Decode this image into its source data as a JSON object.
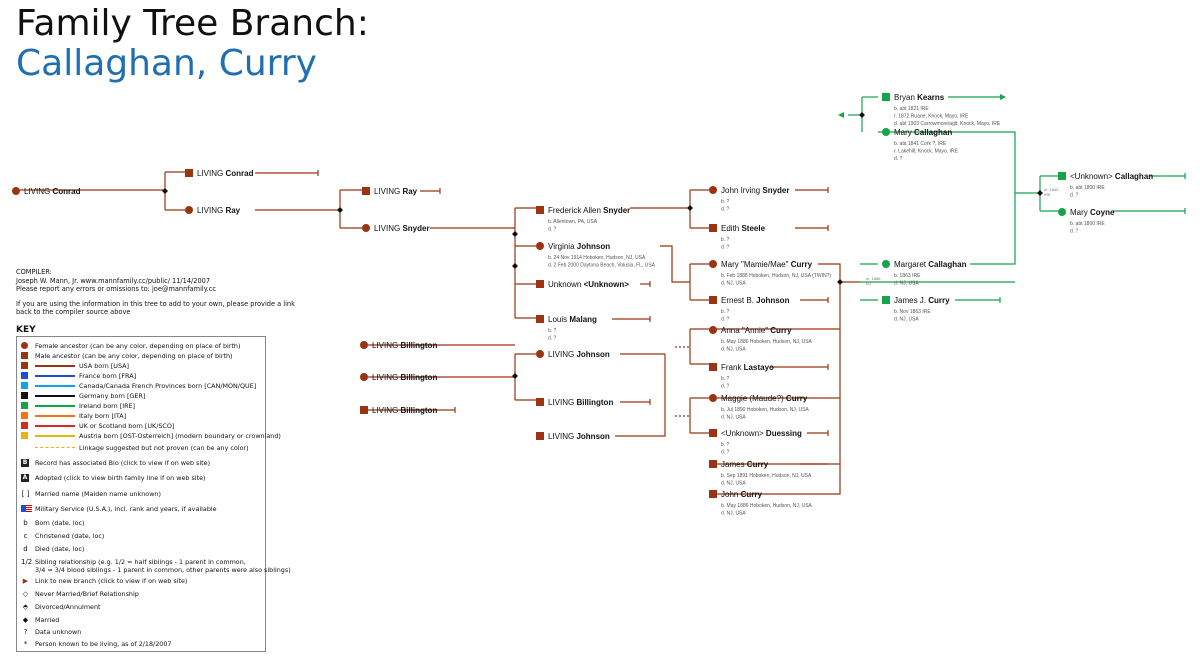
{
  "title": {
    "line1": "Family Tree Branch:",
    "line2": "Callaghan, Curry"
  },
  "colors": {
    "usa": "#9a3412",
    "ireland": "#16a34a",
    "france": "#1d4ed8",
    "canada": "#0ea5e9",
    "germany": "#111111",
    "italy": "#f97316",
    "uk": "#dc2626",
    "austria": "#eab308",
    "title_blue": "#1f6fb2"
  },
  "compiler": {
    "label": "COMPILER:",
    "line1": "Joseph W. Mann, Jr.     www.mannfamily.cc/public/     11/14/2007",
    "line2": "Please report any errors or omissions to:  joe@mannfamily.cc",
    "line3": "If you are using the information in this tree to add to your own, please provide a link",
    "line4": "back to the compiler source above"
  },
  "key": {
    "title": "KEY",
    "items": [
      {
        "symbol": "female-circle",
        "text": "Female ancestor (can be any color, depending on place of birth)"
      },
      {
        "symbol": "male-square",
        "text": "Male ancestor (can be any color, depending on place of birth)"
      },
      {
        "symbol": "swatch-usa",
        "text": "USA born [USA]"
      },
      {
        "symbol": "swatch-france",
        "text": "France born [FRA]"
      },
      {
        "symbol": "swatch-canada",
        "text": "Canada/Canada French Provinces born [CAN/MON/QUE]"
      },
      {
        "symbol": "swatch-germany",
        "text": "Germany born [GER]"
      },
      {
        "symbol": "swatch-ireland",
        "text": "Ireland born [IRE]"
      },
      {
        "symbol": "swatch-italy",
        "text": "Italy born [ITA]"
      },
      {
        "symbol": "swatch-uk",
        "text": "UK or Scotland born [UK/SCO]"
      },
      {
        "symbol": "swatch-austria",
        "text": "Austria born [OST-Osterreich] (modern boundary or crownland)"
      },
      {
        "symbol": "dashed",
        "text": "Linkage suggested but not proven (can be any color)"
      },
      {
        "symbol": "B",
        "text": "Record has associated Bio (click to view if on web site)"
      },
      {
        "symbol": "A",
        "text": "Adopted (click to view birth family line if on web site)"
      },
      {
        "symbol": "[ ]",
        "text": "Married name (Maiden name unknown)"
      },
      {
        "symbol": "flag",
        "text": "Military Service (U.S.A.), incl. rank and years, if available"
      },
      {
        "symbol": "b",
        "text": "Born (date, loc)"
      },
      {
        "symbol": "c",
        "text": "Christened (date, loc)"
      },
      {
        "symbol": "d",
        "text": "Died (date, loc)"
      },
      {
        "symbol": "1/2",
        "text": "Sibling relationship (e.g. 1/2 = half siblings - 1 parent in common,"
      },
      {
        "symbol": "",
        "text": "3/4 = 3/4 blood siblings - 1 parent in common, other parents were also siblings)"
      },
      {
        "symbol": "arrow",
        "text": "Link to new branch (click to view if on web site)"
      },
      {
        "symbol": "diamond-open",
        "text": "Never Married/Brief Relationship"
      },
      {
        "symbol": "diamond-half",
        "text": "Divorced/Annulment"
      },
      {
        "symbol": "diamond-filled",
        "text": "Married"
      },
      {
        "symbol": "?",
        "text": "Data unknown"
      },
      {
        "symbol": "*",
        "text": "Person known to be living, as of 2/18/2007"
      }
    ]
  },
  "people": [
    {
      "id": "p1",
      "shape": "circle",
      "color": "usa",
      "prefix": "LIVING ",
      "surname": "Conrad",
      "details": []
    },
    {
      "id": "p2",
      "shape": "square",
      "color": "usa",
      "prefix": "LIVING ",
      "surname": "Conrad",
      "details": []
    },
    {
      "id": "p3",
      "shape": "circle",
      "color": "usa",
      "prefix": "LIVING ",
      "surname": "Ray",
      "details": []
    },
    {
      "id": "p4",
      "shape": "square",
      "color": "usa",
      "prefix": "LIVING ",
      "surname": "Ray",
      "details": []
    },
    {
      "id": "p5",
      "shape": "circle",
      "color": "usa",
      "prefix": "LIVING ",
      "surname": "Snyder",
      "details": []
    },
    {
      "id": "p6",
      "shape": "square",
      "color": "usa",
      "prefix": "Frederick Allen ",
      "surname": "Snyder",
      "details": [
        "b. Allentown, PA, USA",
        "d. ?"
      ]
    },
    {
      "id": "p7",
      "shape": "circle",
      "color": "usa",
      "prefix": "Virginia ",
      "surname": "Johnson",
      "details": [
        "b. 24 Nov 1914 Hoboken, Hudson, NJ, USA",
        "d. 2 Feb 2000 Daytona Beach, Volusia, FL, USA"
      ]
    },
    {
      "id": "p8",
      "shape": "square",
      "color": "usa",
      "prefix": "Unknown ",
      "surname": "<Unknown>",
      "details": []
    },
    {
      "id": "p9",
      "shape": "square",
      "color": "usa",
      "prefix": "Louis ",
      "surname": "Malang",
      "details": [
        "b. ?",
        "d. ?"
      ]
    },
    {
      "id": "p10",
      "shape": "circle",
      "color": "usa",
      "prefix": "John Irving ",
      "surname": "Snyder",
      "details": [
        "b. ?",
        "d. ?"
      ]
    },
    {
      "id": "p11",
      "shape": "square",
      "color": "usa",
      "prefix": "Edith ",
      "surname": "Steele",
      "details": [
        "b. ?",
        "d. ?"
      ]
    },
    {
      "id": "p12",
      "shape": "circle",
      "color": "usa",
      "prefix": "Mary \"Mamie/Mae\" ",
      "surname": "Curry",
      "details": [
        "b. Feb 1888 Hoboken, Hudson, NJ, USA (TWIN?)",
        "d. NJ, USA"
      ]
    },
    {
      "id": "p13",
      "shape": "square",
      "color": "usa",
      "prefix": "Ernest B. ",
      "surname": "Johnson",
      "details": [
        "b. ?",
        "d. ?"
      ]
    },
    {
      "id": "p14",
      "shape": "circle",
      "color": "usa",
      "prefix": "LIVING ",
      "surname": "Billington",
      "details": []
    },
    {
      "id": "p15",
      "shape": "circle",
      "color": "usa",
      "prefix": "LIVING ",
      "surname": "Billington",
      "details": []
    },
    {
      "id": "p16",
      "shape": "square",
      "color": "usa",
      "prefix": "LIVING ",
      "surname": "Billington",
      "details": []
    },
    {
      "id": "p17",
      "shape": "circle",
      "color": "usa",
      "prefix": "LIVING ",
      "surname": "Johnson",
      "details": []
    },
    {
      "id": "p18",
      "shape": "square",
      "color": "usa",
      "prefix": "LIVING ",
      "surname": "Billington",
      "details": []
    },
    {
      "id": "p19",
      "shape": "square",
      "color": "usa",
      "prefix": "LIVING ",
      "surname": "Johnson",
      "details": []
    },
    {
      "id": "p20",
      "shape": "circle",
      "color": "usa",
      "prefix": "Anna \"Annie\" ",
      "surname": "Curry",
      "details": [
        "b. May 1886 Hoboken, Hudson, NJ, USA",
        "d. NJ, USA"
      ]
    },
    {
      "id": "p21",
      "shape": "square",
      "color": "usa",
      "prefix": "Frank ",
      "surname": "Lastayo",
      "details": [
        "b. ?",
        "d. ?"
      ]
    },
    {
      "id": "p22",
      "shape": "circle",
      "color": "usa",
      "prefix": "Maggie (Maude?) ",
      "surname": "Curry",
      "details": [
        "b. Jul 1890 Hoboken, Hudson, NJ, USA",
        "d. NJ, USA"
      ]
    },
    {
      "id": "p23",
      "shape": "square",
      "color": "usa",
      "prefix": "<Unknown> ",
      "surname": "Duessing",
      "details": [
        "b. ?",
        "d. ?"
      ]
    },
    {
      "id": "p24",
      "shape": "square",
      "color": "usa",
      "prefix": "James ",
      "surname": "Curry",
      "details": [
        "b. Sep 1891 Hoboken, Hudson, NJ, USA",
        "d. NJ, USA"
      ]
    },
    {
      "id": "p25",
      "shape": "square",
      "color": "usa",
      "prefix": "John ",
      "surname": "Curry",
      "details": [
        "b. May 1886 Hoboken, Hudson, NJ, USA",
        "d. NJ, USA"
      ]
    },
    {
      "id": "p26",
      "shape": "square",
      "color": "ireland",
      "prefix": "Bryan ",
      "surname": "Kearns",
      "details": [
        "b. abt 1821 IRE",
        "r. 1872 Ruane, Knock, Mayo, IRE",
        "d. abt 1903 Carrowmore/aglt, Knock, Mayo, IRE"
      ]
    },
    {
      "id": "p27",
      "shape": "circle",
      "color": "ireland",
      "prefix": "Mary ",
      "surname": "Callaghan",
      "details": [
        "b. abt 1841 Cork ?, IRE",
        "r. Lakehill, Knock, Mayo, IRE",
        "d. ?"
      ]
    },
    {
      "id": "p28",
      "shape": "circle",
      "color": "ireland",
      "prefix": "Margaret ",
      "surname": "Callaghan",
      "details": [
        "b. 1863 IRE",
        "d. NJ, USA"
      ]
    },
    {
      "id": "p29",
      "shape": "square",
      "color": "ireland",
      "prefix": "James J. ",
      "surname": "Curry",
      "details": [
        "b. Nov 1863 IRE",
        "d. NJ, USA"
      ]
    },
    {
      "id": "p30",
      "shape": "square",
      "color": "ireland",
      "prefix": "<Unknown> ",
      "surname": "Callaghan",
      "details": [
        "b. abt 1800 IRE",
        "d. ?"
      ]
    },
    {
      "id": "p31",
      "shape": "circle",
      "color": "ireland",
      "prefix": "Mary ",
      "surname": "Coyne",
      "details": [
        "b. abt 1800 IRE",
        "d. ?"
      ]
    }
  ],
  "marriage_notes": [
    {
      "id": "m1",
      "text": "m. 1886",
      "sub": "NJ"
    },
    {
      "id": "m2",
      "text": "m. 1840",
      "sub": "IRE"
    }
  ]
}
